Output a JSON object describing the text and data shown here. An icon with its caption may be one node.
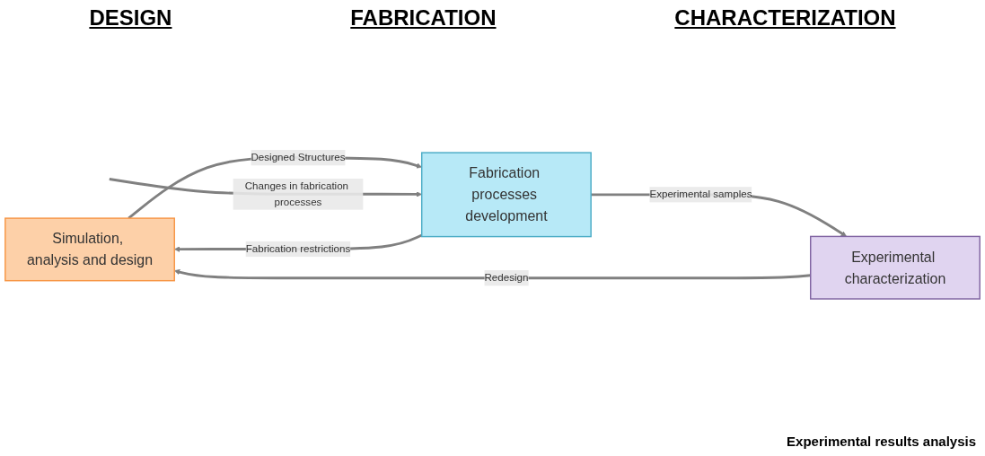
{
  "diagram": {
    "nodes": [
      {
        "text": [
          "Simulation, analysis and design"
        ]
      },
      {
        "text": [
          "Fabrication processes development"
        ]
      },
      {
        "text": [
          "Experimental characterization"
        ]
      }
    ],
    "edges": [
      {
        "from": 0,
        "to": 1,
        "arrow": "to",
        "label": "Designed Structures"
      },
      {
        "from": 1,
        "to": 2,
        "arrow": "to",
        "label": "Experimental samples"
      },
      {
        "from": 1,
        "to": 0,
        "arrow": "to",
        "label": "Fabrication restrictions"
      },
      {
        "from": null,
        "to": 1,
        "arrow": "to",
        "label": "Changes in fabrication processes"
      },
      {
        "from": 2,
        "to": 0,
        "arrow": "to",
        "label": "Redesign"
      }
    ],
    "labels": [
      "DESIGN",
      "FABRICATION",
      "CHARACTERIZATION",
      "Experimental results analysis"
    ]
  }
}
